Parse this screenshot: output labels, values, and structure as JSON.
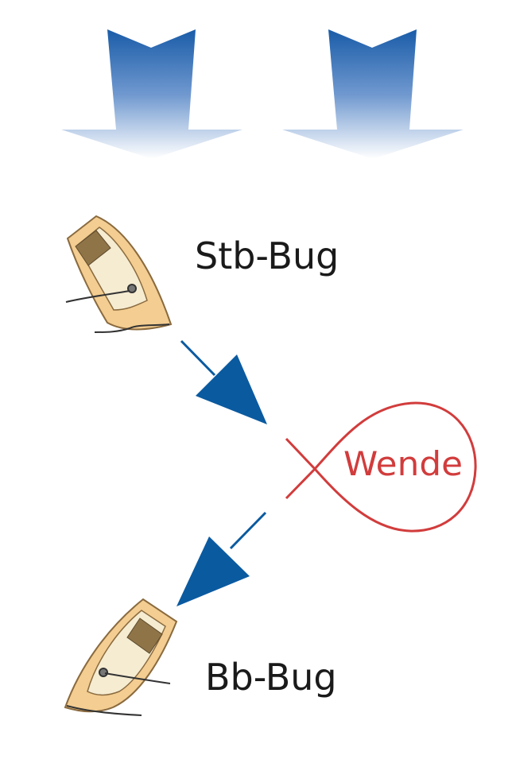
{
  "labels": {
    "starboard": "Stb-Bug",
    "port": "Bb-Bug",
    "maneuver": "Wende"
  },
  "colors": {
    "wind_top": "#1a5ca8",
    "wind_bottom": "#ffffff",
    "course_arrow": "#0a5aa0",
    "maneuver": "#d23c3c",
    "hull": "#f3cd91",
    "hull_stroke": "#8a6a3e",
    "deck": "#f5ecd2",
    "cockpit": "#8f7448",
    "sheet": "#333333",
    "text": "#1a1a1a"
  },
  "icons": [
    "wind-arrow-icon",
    "sailboat-icon",
    "course-arrow-icon",
    "tack-loop-icon"
  ]
}
